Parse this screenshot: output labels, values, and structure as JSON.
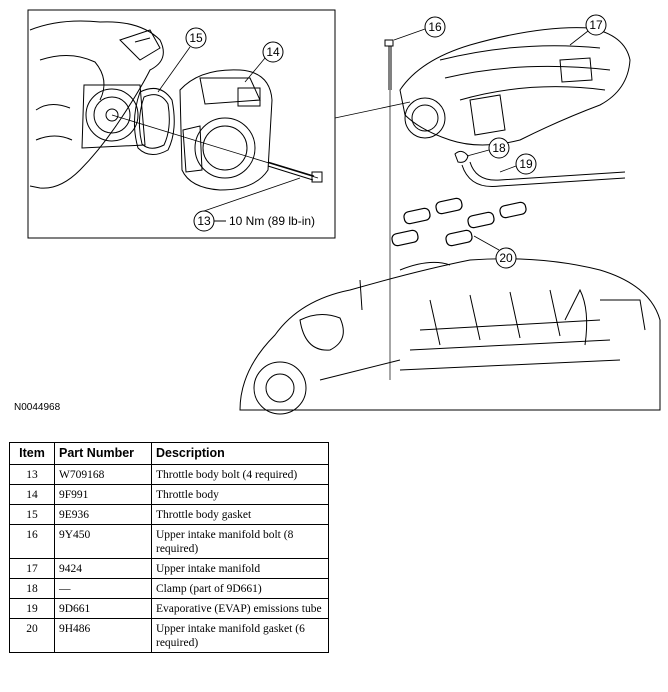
{
  "figure": {
    "figure_id": "N0044968",
    "torque_spec": "10 Nm (89 lb-in)",
    "callouts": [
      "13",
      "14",
      "15",
      "16",
      "17",
      "18",
      "19",
      "20"
    ]
  },
  "table": {
    "headers": {
      "item": "Item",
      "part_number": "Part Number",
      "description": "Description"
    },
    "rows": [
      {
        "item": "13",
        "part_number": "W709168",
        "description": "Throttle body bolt (4 required)"
      },
      {
        "item": "14",
        "part_number": "9F991",
        "description": "Throttle body"
      },
      {
        "item": "15",
        "part_number": "9E936",
        "description": "Throttle body gasket"
      },
      {
        "item": "16",
        "part_number": "9Y450",
        "description": "Upper intake manifold bolt (8 required)"
      },
      {
        "item": "17",
        "part_number": "9424",
        "description": "Upper intake manifold"
      },
      {
        "item": "18",
        "part_number": "—",
        "description": "Clamp (part of 9D661)"
      },
      {
        "item": "19",
        "part_number": "9D661",
        "description": "Evaporative (EVAP) emissions tube"
      },
      {
        "item": "20",
        "part_number": "9H486",
        "description": "Upper intake manifold gasket (6 required)"
      }
    ]
  }
}
